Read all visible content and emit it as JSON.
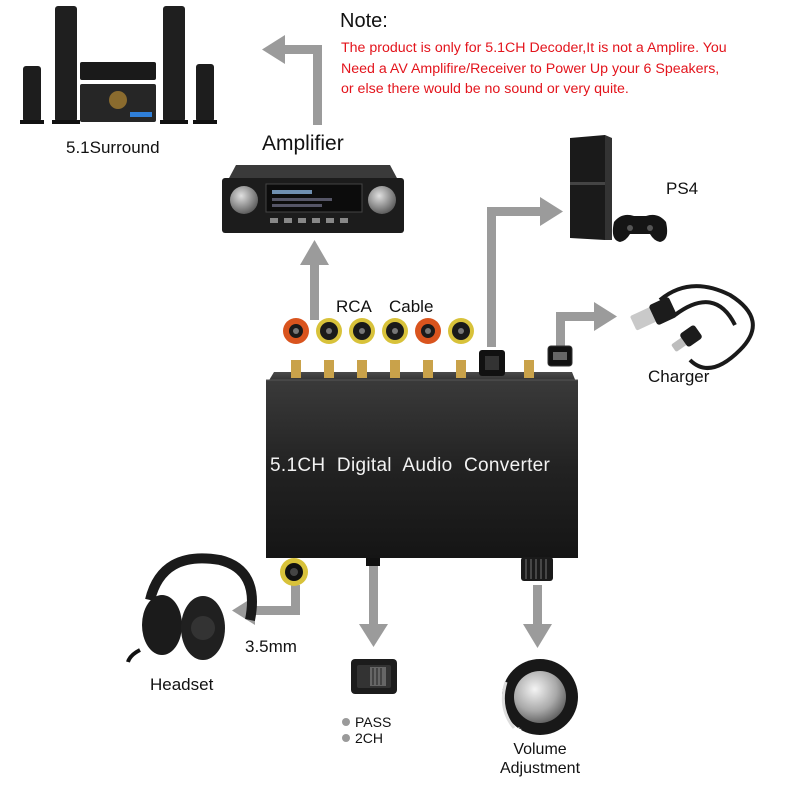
{
  "note": {
    "title": "Note:",
    "lines": [
      "The product is only for 5.1CH Decoder,It is not a Amplire. You",
      "Need a AV Amplifire/Receiver to Power Up your 6 Speakers,",
      "or else there would be no sound or very quite."
    ]
  },
  "labels": {
    "surround": "5.1Surround",
    "amplifier": "Amplifier",
    "ps4": "PS4",
    "rca": "RCA",
    "cable": "Cable",
    "charger": "Charger",
    "device": "5.1CH Digital Audio Converter",
    "jack": "3.5mm",
    "headset": "Headset",
    "switch_options": [
      "PASS",
      "2CH"
    ],
    "volume_line1": "Volume",
    "volume_line2": "Adjustment"
  },
  "colors": {
    "note_text": "#e3141c",
    "arrow": "#9b9b9b",
    "device_body": "#262626",
    "rca_orange": "#d9541e",
    "rca_yellow": "#d8c23a",
    "rca_black": "#1a1a1a",
    "gold_connector": "#c9a24a"
  },
  "icons": [
    "speaker-system-icon",
    "amplifier-icon",
    "ps4-console-icon",
    "usb-cable-icon",
    "headset-icon",
    "slide-switch-icon",
    "volume-knob-icon",
    "optical-port-icon",
    "usb-port-icon",
    "audio-jack-icon"
  ]
}
